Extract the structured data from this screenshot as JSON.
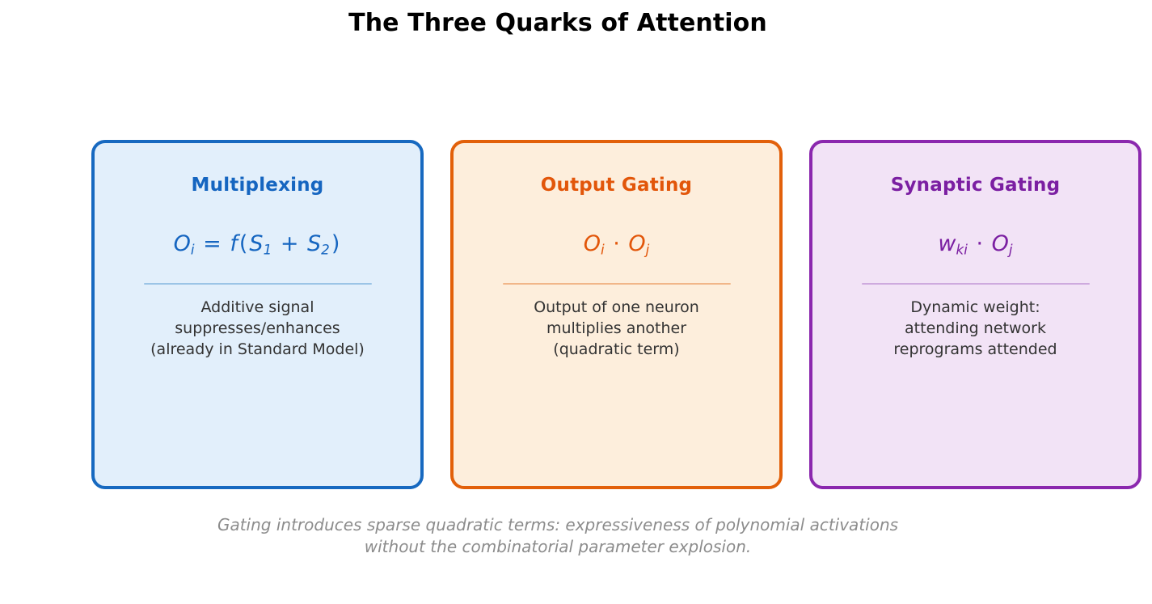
{
  "title": "The Three Quarks of Attention",
  "cards": [
    {
      "name": "multiplexing",
      "title": "Multiplexing",
      "formula_plain": "O_i = f(S_1 + S_2)",
      "formula": {
        "lhs_var": "O",
        "lhs_sub": "i",
        "eq": "=",
        "fn": "f",
        "open": "(",
        "a_var": "S",
        "a_sub": "1",
        "plus": "+",
        "b_var": "S",
        "b_sub": "2",
        "close": ")"
      },
      "description": "Additive signal\nsuppresses/enhances\n(already in Standard Model)",
      "accent_color": "#1565c0",
      "border_color": "#1769c0",
      "fill_color": "#e2effb",
      "divider_color": "#9bc4e6"
    },
    {
      "name": "output-gating",
      "title": "Output Gating",
      "formula_plain": "O_i · O_j",
      "formula": {
        "lhs_var": "O",
        "lhs_sub": "i",
        "dot": "·",
        "rhs_var": "O",
        "rhs_sub": "j"
      },
      "description": "Output of one neuron\nmultiplies another\n(quadratic term)",
      "accent_color": "#e2560a",
      "border_color": "#e2600a",
      "fill_color": "#fdeedc",
      "divider_color": "#f1b689"
    },
    {
      "name": "synaptic-gating",
      "title": "Synaptic Gating",
      "formula_plain": "w_ki · O_j",
      "formula": {
        "lhs_var": "w",
        "lhs_sub": "ki",
        "dot": "·",
        "rhs_var": "O",
        "rhs_sub": "j"
      },
      "description": "Dynamic weight:\nattending network\nreprograms attended",
      "accent_color": "#7b1fa2",
      "border_color": "#8b28ae",
      "fill_color": "#f2e3f6",
      "divider_color": "#ceaade"
    }
  ],
  "caption": "Gating introduces sparse quadratic terms: expressiveness of polynomial activations\nwithout the combinatorial parameter explosion."
}
